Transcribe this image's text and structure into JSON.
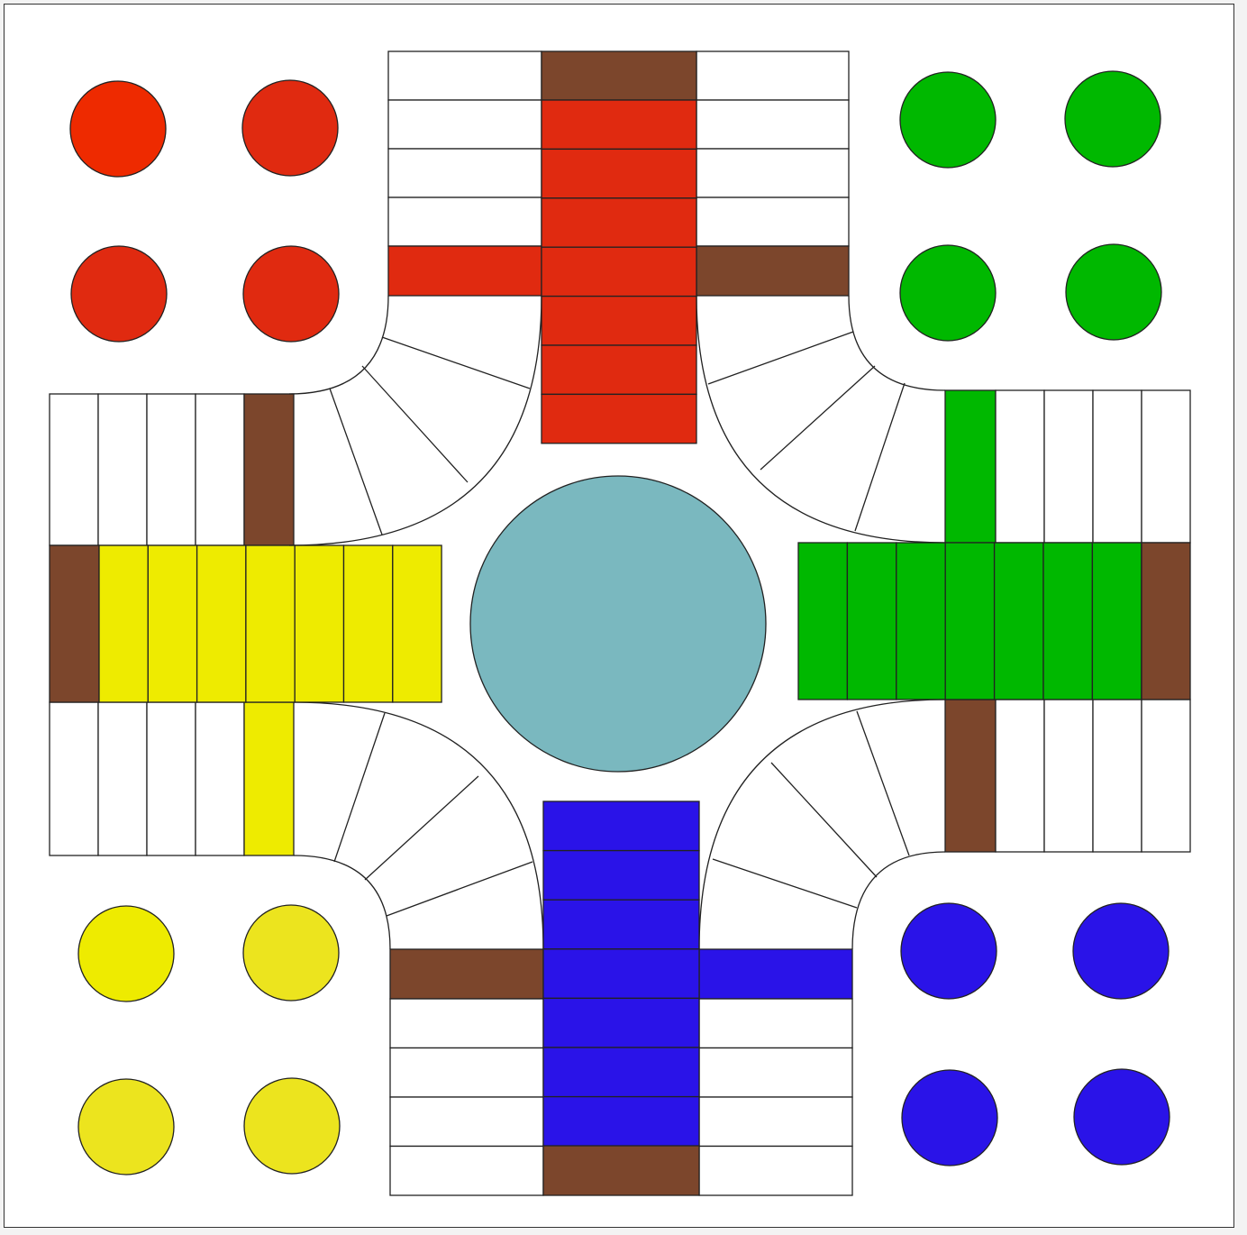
{
  "board": {
    "game": "parchis",
    "colors": {
      "red": "#e02a10",
      "red_alt": "#ee2a00",
      "green": "#00b800",
      "yellow": "#eeeb00",
      "yellow_alt": "#ece41e",
      "blue": "#2a13e8",
      "safe": "#7c462c",
      "center": "#7ab8bf",
      "cell": "#ffffff",
      "line": "#222222"
    },
    "homes": [
      {
        "player": "red",
        "corner": "top-left",
        "pieces": 4
      },
      {
        "player": "green",
        "corner": "top-right",
        "pieces": 4
      },
      {
        "player": "yellow",
        "corner": "bottom-left",
        "pieces": 4
      },
      {
        "player": "blue",
        "corner": "bottom-right",
        "pieces": 4
      }
    ],
    "home_runs": [
      {
        "player": "red",
        "arm": "top",
        "cells": 7
      },
      {
        "player": "green",
        "arm": "right",
        "cells": 7
      },
      {
        "player": "yellow",
        "arm": "left",
        "cells": 7
      },
      {
        "player": "blue",
        "arm": "bottom",
        "cells": 7
      }
    ],
    "center": {
      "name": "goal"
    }
  }
}
